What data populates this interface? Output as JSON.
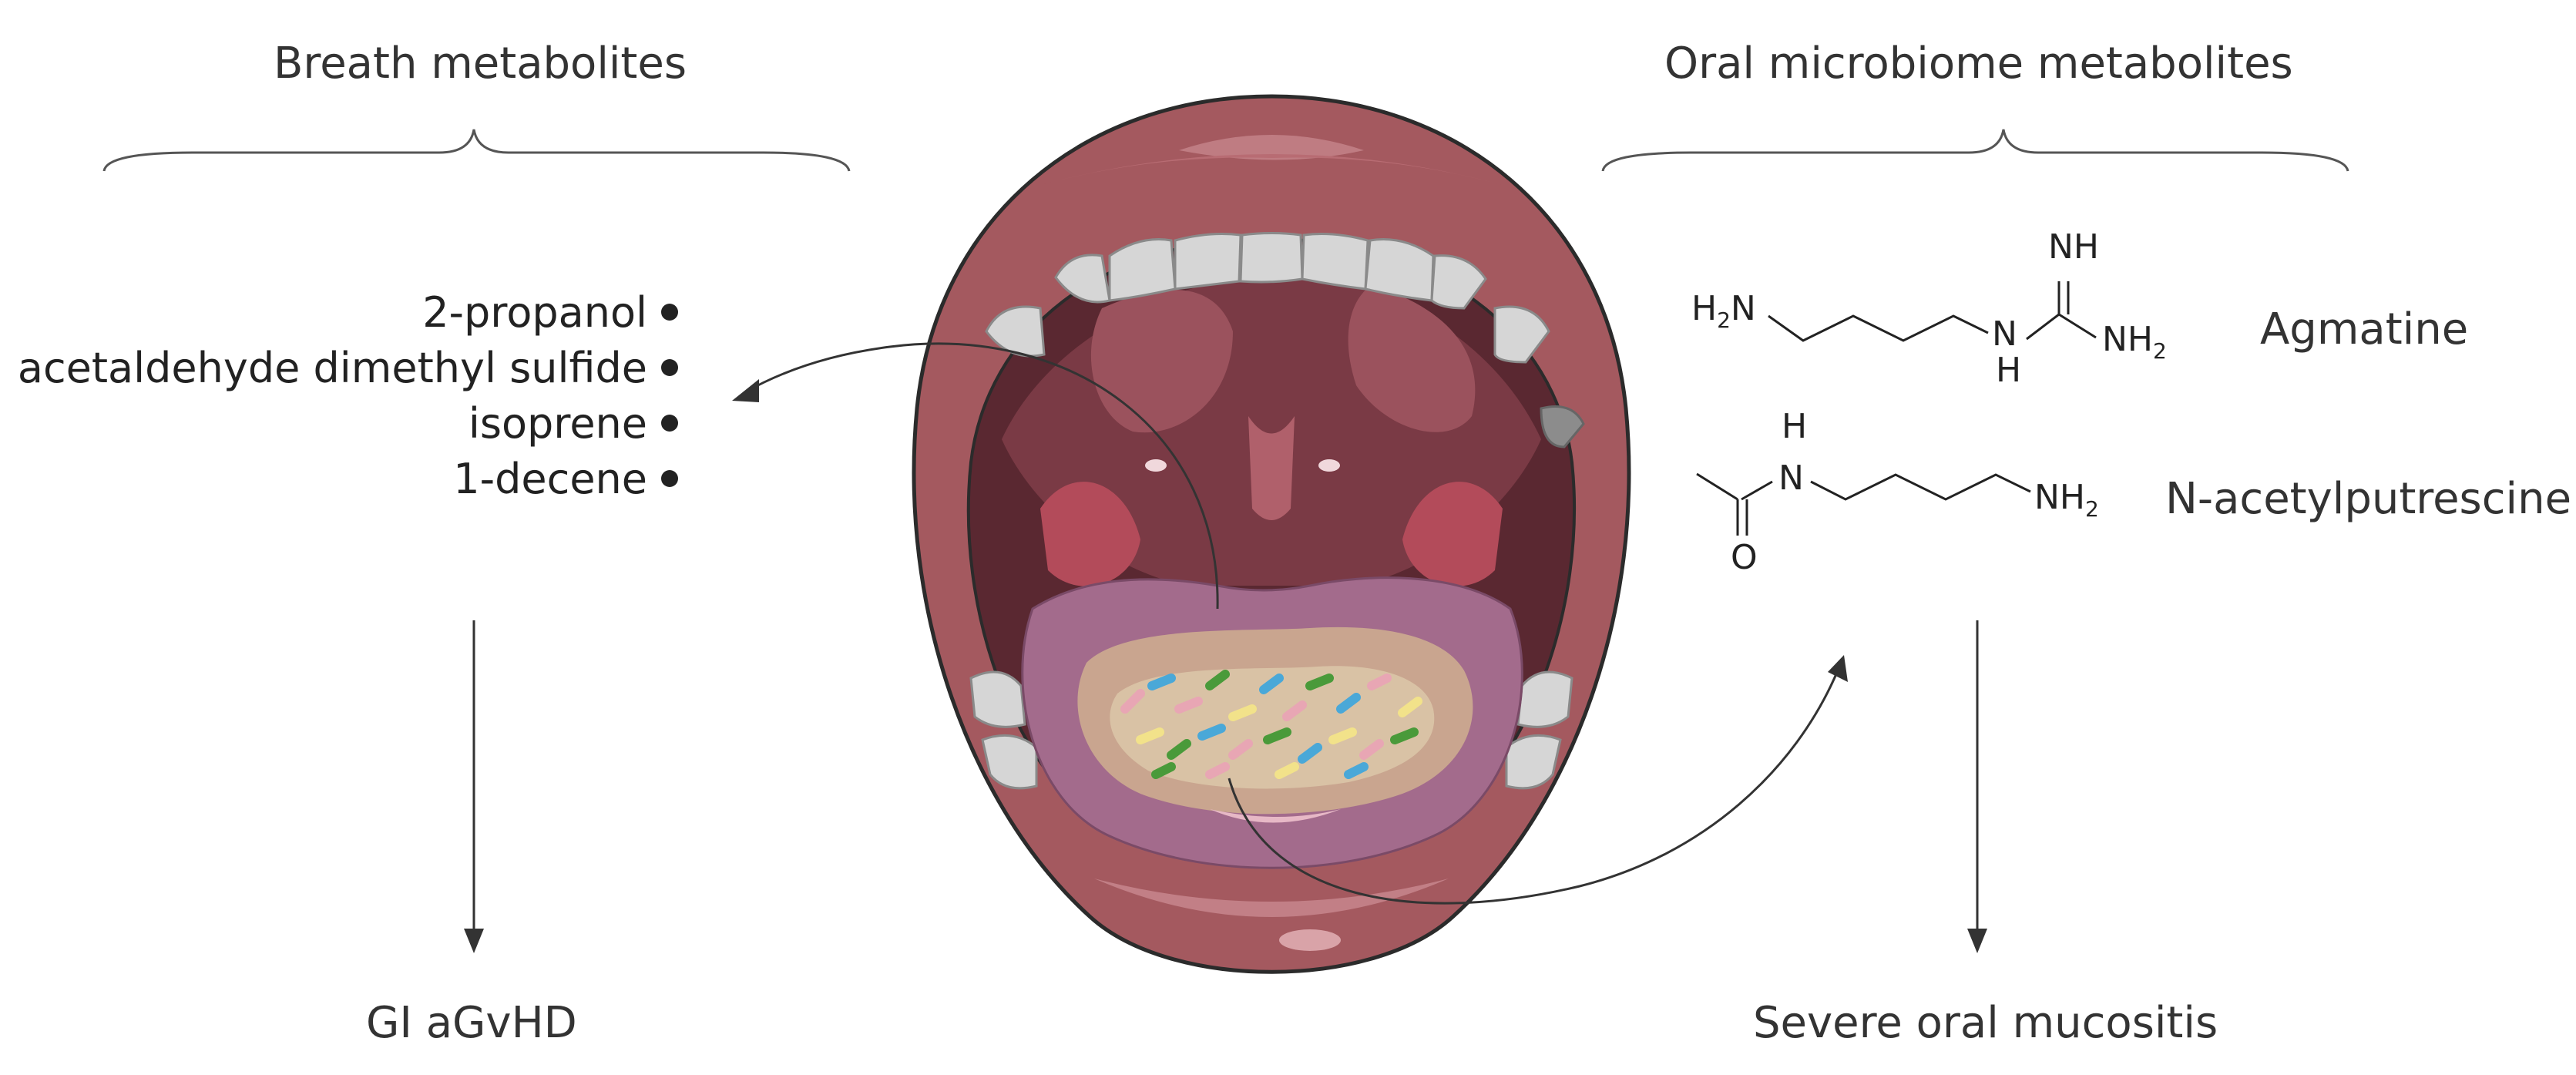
{
  "left": {
    "heading": "Breath metabolites",
    "items": [
      "2-propanol",
      "acetaldehyde dimethyl sulfide",
      "isoprene",
      "1-decene"
    ],
    "outcome": "GI aGvHD"
  },
  "right": {
    "heading": "Oral microbiome metabolites",
    "molecules": [
      {
        "name": "Agmatine",
        "labels": {
          "h2n": "H",
          "h2n_sub": "2",
          "h2n_n": "N",
          "nh_top": "NH",
          "nh": "N",
          "h": "H",
          "nh2": "NH",
          "nh2_sub": "2"
        }
      },
      {
        "name": "N-acetylputrescine",
        "labels": {
          "h": "H",
          "n": "N",
          "o": "O",
          "nh2": "NH",
          "nh2_sub": "2"
        }
      }
    ],
    "outcome": "Severe oral mucositis"
  }
}
